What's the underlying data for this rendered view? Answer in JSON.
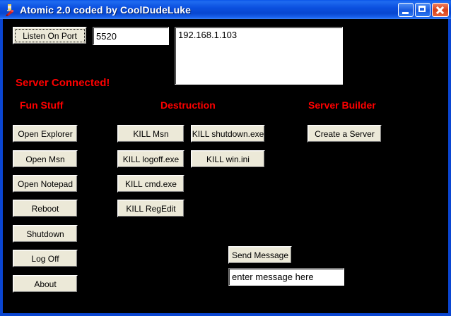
{
  "window": {
    "title": "Atomic 2.0 coded by CoolDudeLuke",
    "icon": "rocket-icon",
    "controls": {
      "minimize": "minimize-icon",
      "maximize": "maximize-icon",
      "close": "close-icon"
    },
    "titlebar_color": "#0b50df",
    "client_background": "#000000",
    "border_color": "#0a46d2"
  },
  "toolbar": {
    "listen_button": "Listen On Port",
    "port_value": "5520",
    "port_placeholder": ""
  },
  "connections": {
    "items": [
      "192.168.1.103"
    ]
  },
  "status": {
    "text": "Server Connected!",
    "color": "#ff0000"
  },
  "sections": {
    "fun_stuff": "Fun Stuff",
    "destruction": "Destruction",
    "server_builder": "Server Builder"
  },
  "fun_stuff_buttons": [
    "Open Explorer",
    "Open Msn",
    "Open Notepad",
    "Reboot",
    "Shutdown",
    "Log Off",
    "About"
  ],
  "destruction_buttons_col1": [
    "KILL Msn",
    "KILL logoff.exe",
    "KILL cmd.exe",
    "KILL RegEdit"
  ],
  "destruction_buttons_col2": [
    "KILL shutdown.exe",
    "KILL win.ini"
  ],
  "server_builder": {
    "create_button": "Create a Server"
  },
  "message": {
    "send_button": "Send Message",
    "input_value": "enter message here",
    "input_placeholder": "enter message here"
  }
}
